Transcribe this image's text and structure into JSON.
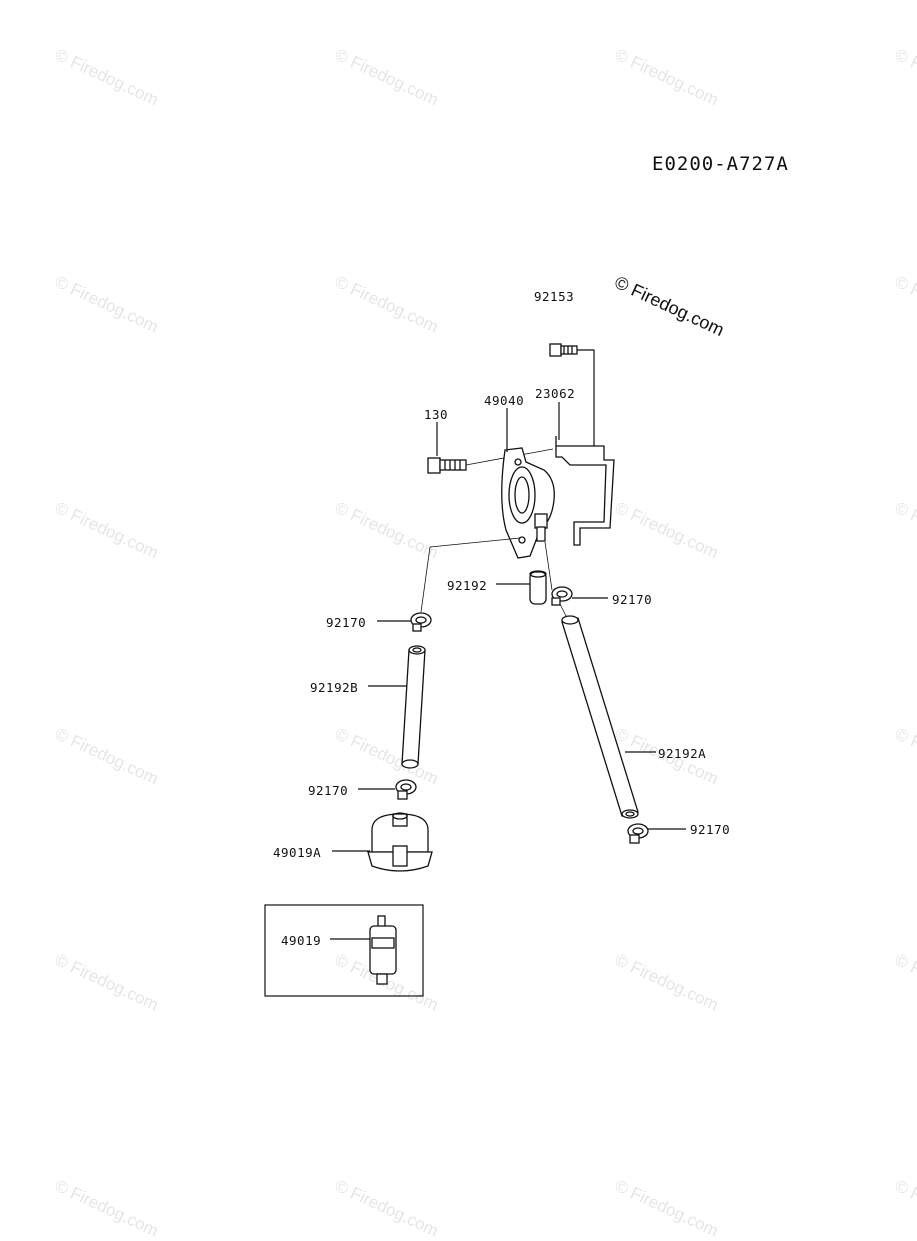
{
  "diagram_code": "E0200-A727A",
  "watermark": {
    "text": "© Firedog.com",
    "prominent_text": "© Firedog.com"
  },
  "parts": {
    "bolt_top": "92153",
    "bolt_left": "130",
    "fuel_pump": "49040",
    "bracket": "23062",
    "short_tube": "92192",
    "clamp_right_upper": "92170",
    "clamp_left_upper": "92170",
    "tube_left": "92192B",
    "clamp_left_lower": "92170",
    "filter_a": "49019A",
    "tube_right": "92192A",
    "clamp_right_lower": "92170",
    "filter": "49019"
  },
  "colors": {
    "ink": "#111111",
    "watermark": "#e6e6e6"
  }
}
